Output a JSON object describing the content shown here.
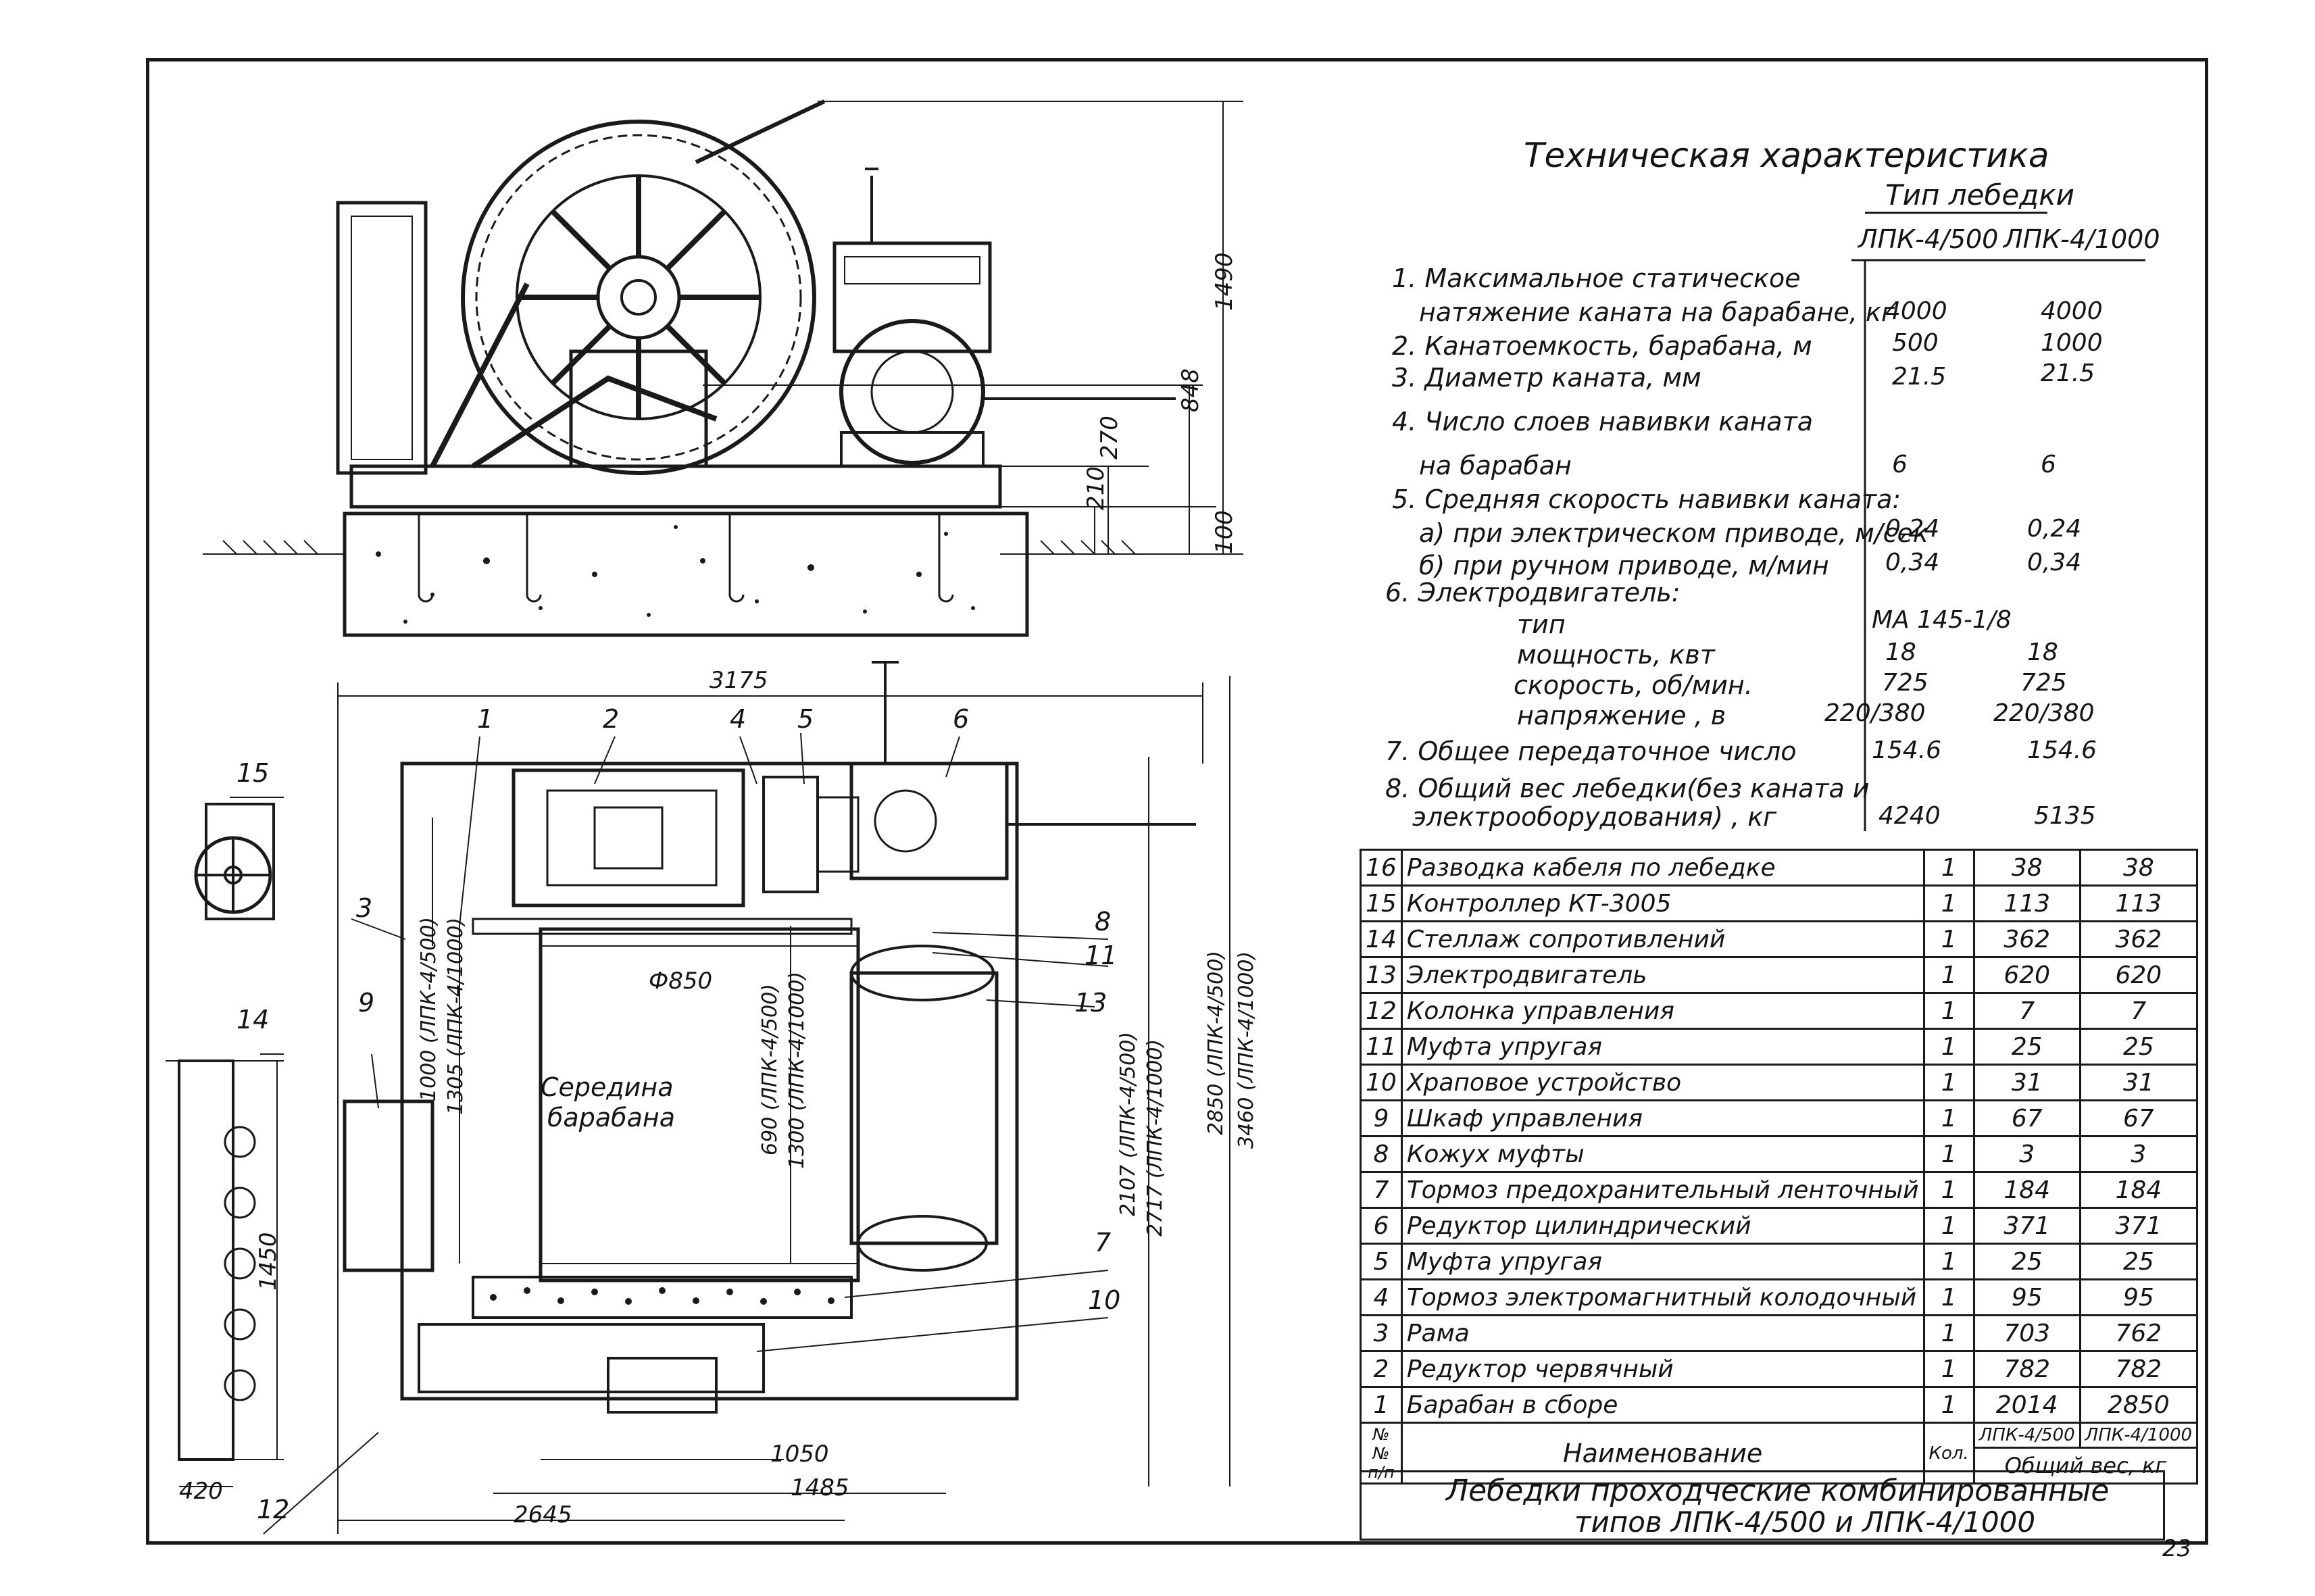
{
  "spec": {
    "title": "Техническая характеристика",
    "winch_type_label": "Тип лебедки",
    "col1": "ЛПК-4/500",
    "col2": "ЛПК-4/1000",
    "rows": [
      {
        "label": "1. Максимальное статическое",
        "v1": "",
        "v2": ""
      },
      {
        "label": "натяжение каната на барабане, кг",
        "v1": "4000",
        "v2": "4000"
      },
      {
        "label": "2. Канатоемкость, барабана, м",
        "v1": "500",
        "v2": "1000"
      },
      {
        "label": "3. Диаметр каната, мм",
        "v1": "21.5",
        "v2": "21.5"
      },
      {
        "label": "4. Число слоев навивки каната",
        "v1": "",
        "v2": ""
      },
      {
        "label": "на барабан",
        "v1": "6",
        "v2": "6"
      },
      {
        "label": "5. Средняя скорость навивки каната:",
        "v1": "",
        "v2": ""
      },
      {
        "label": "а) при электрическом приводе, м/сек",
        "v1": "0,24",
        "v2": "0,24"
      },
      {
        "label": "б) при ручном приводе, м/мин",
        "v1": "0,34",
        "v2": "0,34"
      },
      {
        "label": "6. Электродвигатель:",
        "v1": "",
        "v2": ""
      },
      {
        "label": "тип",
        "v1": "МА 145-1/8",
        "v2": ""
      },
      {
        "label": "мощность, квт",
        "v1": "18",
        "v2": "18"
      },
      {
        "label": "скорость, об/мин.",
        "v1": "725",
        "v2": "725"
      },
      {
        "label": "напряжение , в",
        "v1": "220/380",
        "v2": "220/380"
      },
      {
        "label": "7. Общее передаточное число",
        "v1": "154.6",
        "v2": "154.6"
      },
      {
        "label": "8. Общий вес лебедки(без каната и",
        "v1": "",
        "v2": ""
      },
      {
        "label": "электрооборудования) , кг",
        "v1": "4240",
        "v2": "5135"
      }
    ]
  },
  "bom": {
    "rows": [
      {
        "n": "16",
        "name": "Разводка кабеля по лебедке",
        "q": "1",
        "w1": "38",
        "w2": "38"
      },
      {
        "n": "15",
        "name": "Контроллер КТ-3005",
        "q": "1",
        "w1": "113",
        "w2": "113"
      },
      {
        "n": "14",
        "name": "Стеллаж сопротивлений",
        "q": "1",
        "w1": "362",
        "w2": "362"
      },
      {
        "n": "13",
        "name": "Электродвигатель",
        "q": "1",
        "w1": "620",
        "w2": "620"
      },
      {
        "n": "12",
        "name": "Колонка управления",
        "q": "1",
        "w1": "7",
        "w2": "7"
      },
      {
        "n": "11",
        "name": "Муфта упругая",
        "q": "1",
        "w1": "25",
        "w2": "25"
      },
      {
        "n": "10",
        "name": "Храповое устройство",
        "q": "1",
        "w1": "31",
        "w2": "31"
      },
      {
        "n": "9",
        "name": "Шкаф управления",
        "q": "1",
        "w1": "67",
        "w2": "67"
      },
      {
        "n": "8",
        "name": "Кожух муфты",
        "q": "1",
        "w1": "3",
        "w2": "3"
      },
      {
        "n": "7",
        "name": "Тормоз предохранительный ленточный",
        "q": "1",
        "w1": "184",
        "w2": "184"
      },
      {
        "n": "6",
        "name": "Редуктор цилиндрический",
        "q": "1",
        "w1": "371",
        "w2": "371"
      },
      {
        "n": "5",
        "name": "Муфта упругая",
        "q": "1",
        "w1": "25",
        "w2": "25"
      },
      {
        "n": "4",
        "name": "Тормоз электромагнитный колодочный",
        "q": "1",
        "w1": "95",
        "w2": "95"
      },
      {
        "n": "3",
        "name": "Рама",
        "q": "1",
        "w1": "703",
        "w2": "762"
      },
      {
        "n": "2",
        "name": "Редуктор червячный",
        "q": "1",
        "w1": "782",
        "w2": "782"
      },
      {
        "n": "1",
        "name": "Барабан в сборе",
        "q": "1",
        "w1": "2014",
        "w2": "2850"
      }
    ],
    "header": {
      "num": "№№ п/п",
      "name": "Наименование",
      "qty": "Кол.",
      "w1": "ЛПК-4/500",
      "w2": "ЛПК-4/1000",
      "total": "Общий вес, кг"
    }
  },
  "stamp": {
    "line1": "Лебедки проходческие комбинированные",
    "line2": "типов ЛПК-4/500 и ЛПК-4/1000"
  },
  "sheet_number": "23",
  "dims": {
    "h1490": "1490",
    "h848": "848",
    "h270": "270",
    "h210": "210",
    "h100": "100",
    "w3175": "3175",
    "w2645": "2645",
    "w1485": "1485",
    "w1050": "1050",
    "w420": "420",
    "h1450": "1450",
    "d850": "Ф850",
    "drum_mid_1": "Середина",
    "drum_mid_2": "барабана",
    "v1000": "1000 (ЛПК-4/500)",
    "v1305": "1305 (ЛПК-4/1000)",
    "v690": "690 (ЛПК-4/500)",
    "v1300": "1300 (ЛПК-4/1000)",
    "v2107": "2107 (ЛПК-4/500)",
    "v2717": "2717 (ЛПК-4/1000)",
    "v2850": "2850 (ЛПК-4/500)",
    "v3460": "3460 (ЛПК-4/1000)"
  },
  "callouts": [
    "1",
    "2",
    "3",
    "4",
    "5",
    "6",
    "7",
    "8",
    "9",
    "10",
    "11",
    "12",
    "13",
    "14",
    "15"
  ]
}
